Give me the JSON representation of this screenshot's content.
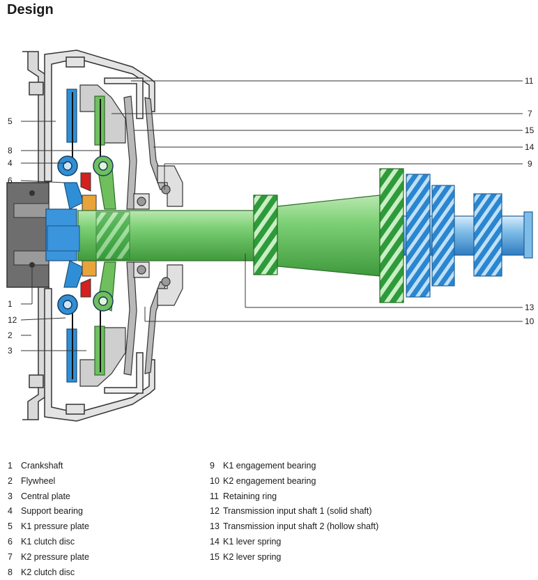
{
  "title": "Design",
  "callouts": {
    "left": [
      "5",
      "8",
      "4",
      "6",
      "1",
      "12",
      "2",
      "3"
    ],
    "right": [
      "11",
      "7",
      "15",
      "14",
      "9",
      "13",
      "10"
    ]
  },
  "legend": {
    "left": [
      {
        "num": "1",
        "text": "Crankshaft"
      },
      {
        "num": "2",
        "text": "Flywheel"
      },
      {
        "num": "3",
        "text": "Central plate"
      },
      {
        "num": "4",
        "text": "Support bearing"
      },
      {
        "num": "5",
        "text": "K1 pressure plate"
      },
      {
        "num": "6",
        "text": "K1 clutch disc"
      },
      {
        "num": "7",
        "text": "K2 pressure plate"
      },
      {
        "num": "8",
        "text": "K2 clutch disc"
      }
    ],
    "right": [
      {
        "num": "9",
        "text": "K1 engagement bearing"
      },
      {
        "num": "10",
        "text": "K2 engagement bearing"
      },
      {
        "num": "11",
        "text": "Retaining ring"
      },
      {
        "num": "12",
        "text": "Transmission input shaft 1 (solid shaft)"
      },
      {
        "num": "13",
        "text": "Transmission input shaft 2 (hollow shaft)"
      },
      {
        "num": "14",
        "text": "K1 lever spring"
      },
      {
        "num": "15",
        "text": "K2 lever spring"
      }
    ]
  },
  "colors": {
    "housing": "#dcdcdc",
    "crankshaft": "#6e6e6e",
    "k1": "#2f8fd6",
    "k2": "#3aa845",
    "solid_shaft": "#5bb0e8",
    "hollow_shaft": "#8fd88f",
    "bearing": "#e8a33a",
    "highlight_red": "#d32020"
  }
}
